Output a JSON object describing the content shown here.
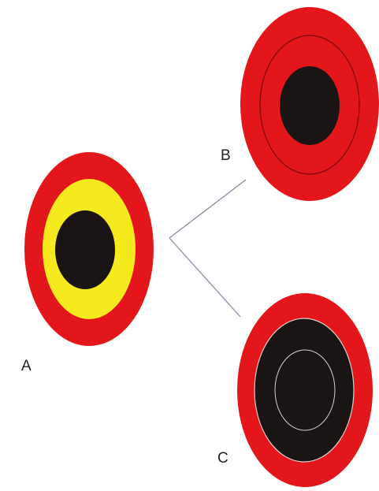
{
  "colors": {
    "background": "#ffffff",
    "outer_ring": "#e3161b",
    "middle_ring": "#f4ea1e",
    "core": "#1a1414",
    "ring_outline_dark": "#7a0a0d",
    "ring_outline_light": "#d8d0c8",
    "connector_line": "#8a8aa6"
  },
  "diagram": {
    "targets": [
      {
        "id": "A",
        "label": "A",
        "layers": [
          "outer-red-ring",
          "yellow-ring",
          "black-core"
        ]
      },
      {
        "id": "B",
        "label": "B",
        "layers": [
          "outer-red-ring",
          "thin-dark-outline",
          "red-ring",
          "black-core"
        ]
      },
      {
        "id": "C",
        "label": "C",
        "layers": [
          "outer-red-ring",
          "thin-light-outline",
          "black-core",
          "thin-light-outline"
        ]
      }
    ],
    "connections": [
      {
        "from": "A",
        "to": "B"
      },
      {
        "from": "A",
        "to": "C"
      }
    ]
  }
}
